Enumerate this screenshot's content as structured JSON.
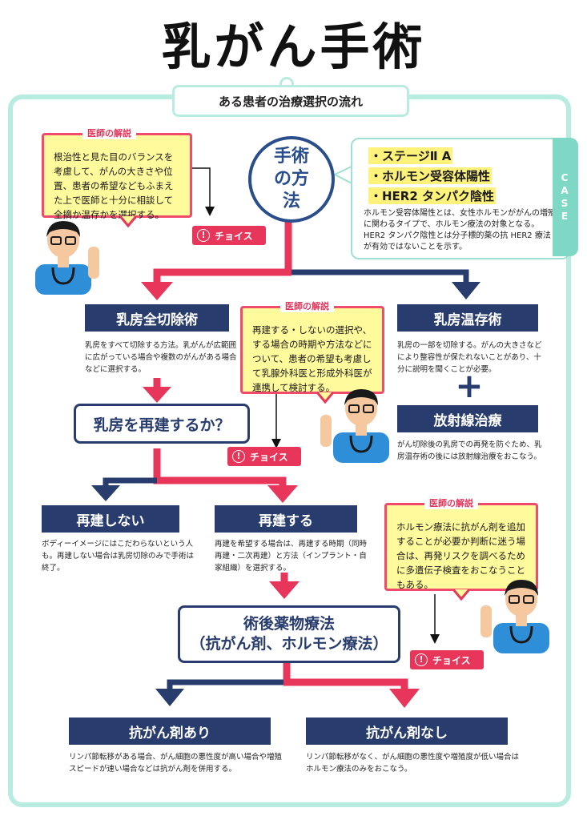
{
  "title": "乳がん手術",
  "flow_header": "ある患者の治療選択の流れ",
  "case": {
    "tab": [
      "C",
      "A",
      "S",
      "E"
    ],
    "items": [
      "・ステージⅡ A",
      "・ホルモン受容体陽性",
      "・HER2 タンパク陰性"
    ],
    "description": "ホルモン受容体陽性とは、女性ホルモンががんの増殖に関わるタイプで、ホルモン療法の対象となる。HER2 タンパク陰性とは分子標的薬の抗 HER2 療法が有効ではないことを示す。"
  },
  "start_node": "手術の方法",
  "doctor_notes": [
    {
      "label": "医師の解説",
      "text": "根治性と見た目のバランスを考慮して、がんの大きさや位置、患者の希望などもふまえた上で医師と十分に相談して全摘か温存かを選択する。"
    },
    {
      "label": "医師の解説",
      "text": "再建する・しないの選択や、する場合の時期や方法などについて、患者の希望も考慮して乳腺外科医と形成外科医が連携して検討する。"
    },
    {
      "label": "医師の解説",
      "text": "ホルモン療法に抗がん剤を追加することが必要か判断に迷う場合は、再発リスクを調べるために多遺伝子検査をおこなうこともある。"
    }
  ],
  "choice_label": "チョイス",
  "nodes": {
    "total_mastectomy": {
      "label": "乳房全切除術",
      "desc": "乳房をすべて切除する方法。乳がんが広範囲に広がっている場合や複数のがんがある場合などに選択する。"
    },
    "conserving": {
      "label": "乳房温存術",
      "desc": "乳房の一部を切除する。がんの大きさなどにより整容性が保たれないことがあり、十分に説明を聞くことが必要。"
    },
    "plus": "+",
    "radiation": {
      "label": "放射線治療",
      "desc": "がん切除後の乳房での再発を防ぐため、乳房温存術の後には放射線治療をおこなう。"
    },
    "reconstruct_q": "乳房を再建するか？",
    "no_reconstruct": {
      "label": "再建しない",
      "desc": "ボディーイメージにはこだわらないという人も。再建しない場合は乳房切除のみで手術は終了。"
    },
    "reconstruct": {
      "label": "再建する",
      "desc": "再建を希望する場合は、再建する時期（同時再建・二次再建）と方法（インプラント・自家組織）を選択する。"
    },
    "postop": {
      "line1": "術後薬物療法",
      "line2": "（抗がん剤、ホルモン療法）"
    },
    "chemo_yes": {
      "label": "抗がん剤あり",
      "desc": "リンパ節転移がある場合、がん細胞の悪性度が高い場合や増殖スピードが速い場合などは抗がん剤を併用する。"
    },
    "chemo_no": {
      "label": "抗がん剤なし",
      "desc": "リンパ節転移がなく、がん細胞の悪性度や増殖度が低い場合はホルモン療法のみをおこなう。"
    }
  },
  "colors": {
    "navy": "#283d6e",
    "pink": "#e8355a",
    "mint": "#b8ece0",
    "note_yellow": "#fffa9c"
  }
}
